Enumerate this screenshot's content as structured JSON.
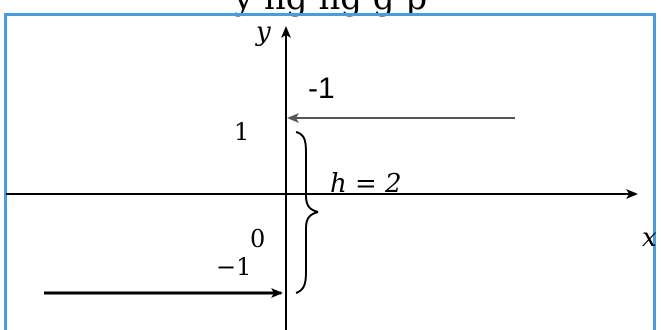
{
  "header_text": "y ng ng g     p",
  "axes": {
    "x_label": "x",
    "y_label": "y"
  },
  "ticks": {
    "y_pos_one": "1",
    "origin": "0",
    "y_neg_one": "−1"
  },
  "annotations": {
    "top_arrow_label": "-1",
    "brace_label": "h = 2"
  },
  "colors": {
    "border": "#4b9be0",
    "ink": "#000000",
    "arrow_gray": "#555555"
  }
}
